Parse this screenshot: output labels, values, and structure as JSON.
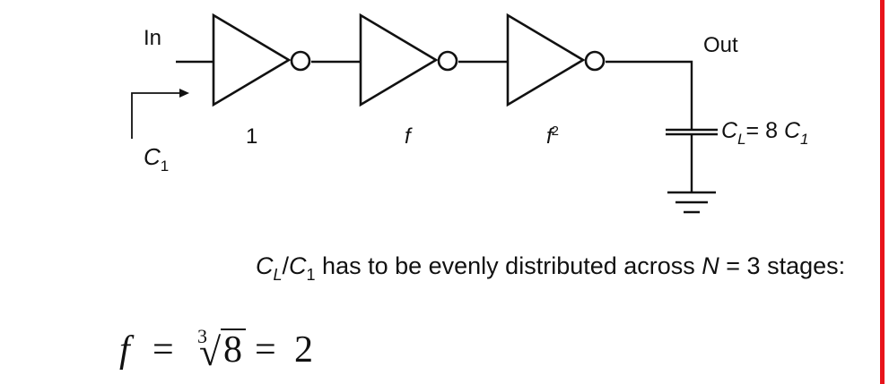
{
  "circuit": {
    "input_label": "In",
    "output_label": "Out",
    "input_cap": {
      "main": "C",
      "sub": "1"
    },
    "stage_sizes": [
      {
        "main": "1",
        "sup": ""
      },
      {
        "main": "f",
        "sup": ""
      },
      {
        "main": "f",
        "sup": "2"
      }
    ],
    "load_cap": {
      "c_main": "C",
      "c_sub": "L",
      "equals": "= 8 ",
      "c1_main": "C",
      "c1_sub": "1"
    }
  },
  "statement": {
    "cl": "C",
    "cl_sub": "L",
    "slash": "/",
    "c1": "C",
    "c1_sub": "1",
    "middle": " has to be evenly distributed across ",
    "n": "N",
    "rest": " = 3 stages:"
  },
  "formula": {
    "lhs": "f",
    "eq1": "=",
    "root_index": "3",
    "radical": "√",
    "radicand": "8",
    "eq2": "=",
    "result": "2"
  },
  "colors": {
    "accent_bar": "#e8141b",
    "ink": "#111111"
  }
}
